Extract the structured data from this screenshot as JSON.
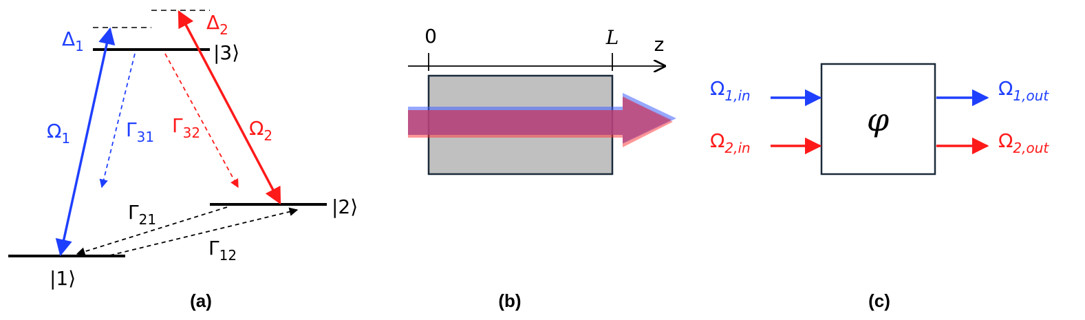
{
  "panel_a": {
    "caption": "(a)",
    "level_1": "|1⟩",
    "level_2": "|2⟩",
    "level_3": "|3⟩",
    "delta1": {
      "base": "Δ",
      "sub": "1"
    },
    "delta2": {
      "base": "Δ",
      "sub": "2"
    },
    "omega1": {
      "base": "Ω",
      "sub": "1"
    },
    "omega2": {
      "base": "Ω",
      "sub": "2"
    },
    "gamma31": {
      "base": "Γ",
      "sub": "31"
    },
    "gamma32": {
      "base": "Γ",
      "sub": "32"
    },
    "gamma21": {
      "base": "Γ",
      "sub": "21"
    },
    "gamma12": {
      "base": "Γ",
      "sub": "12"
    }
  },
  "panel_b": {
    "caption": "(b)",
    "axis_start": "0",
    "axis_end": "L",
    "axis_label": "z"
  },
  "panel_c": {
    "caption": "(c)",
    "box_symbol": "φ",
    "in1": {
      "base": "Ω",
      "sub": "1,in"
    },
    "in2": {
      "base": "Ω",
      "sub": "2,in"
    },
    "out1": {
      "base": "Ω",
      "sub": "1,out"
    },
    "out2": {
      "base": "Ω",
      "sub": "2,out"
    }
  },
  "colors": {
    "blue": "#1f3fff",
    "red": "#ff1a1a",
    "black": "#000000",
    "box_fill": "#c0c0c0",
    "beam": "#b04070"
  }
}
